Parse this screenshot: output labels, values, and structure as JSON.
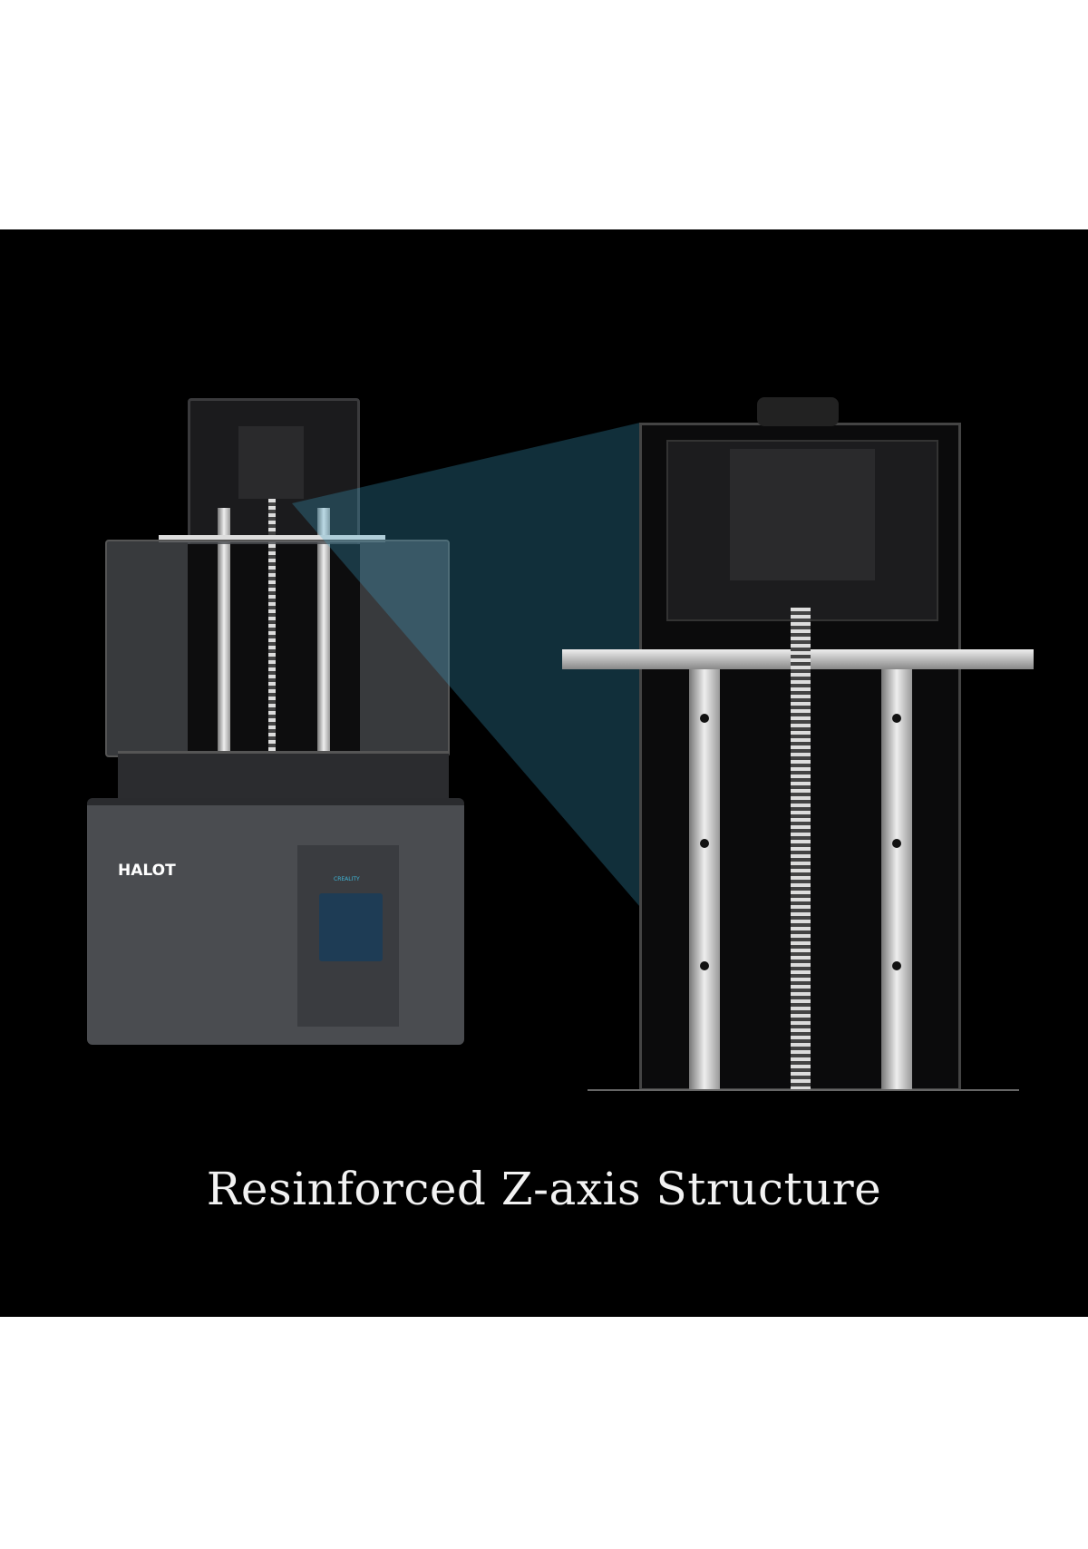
{
  "caption": "Resinforced Z-axis Structure",
  "printer": {
    "brand_logo": "HALOT",
    "panel_logo": "CREALITY"
  },
  "colors": {
    "background": "#000000",
    "body": "#4a4c50",
    "accent": "#3fb7d9"
  }
}
